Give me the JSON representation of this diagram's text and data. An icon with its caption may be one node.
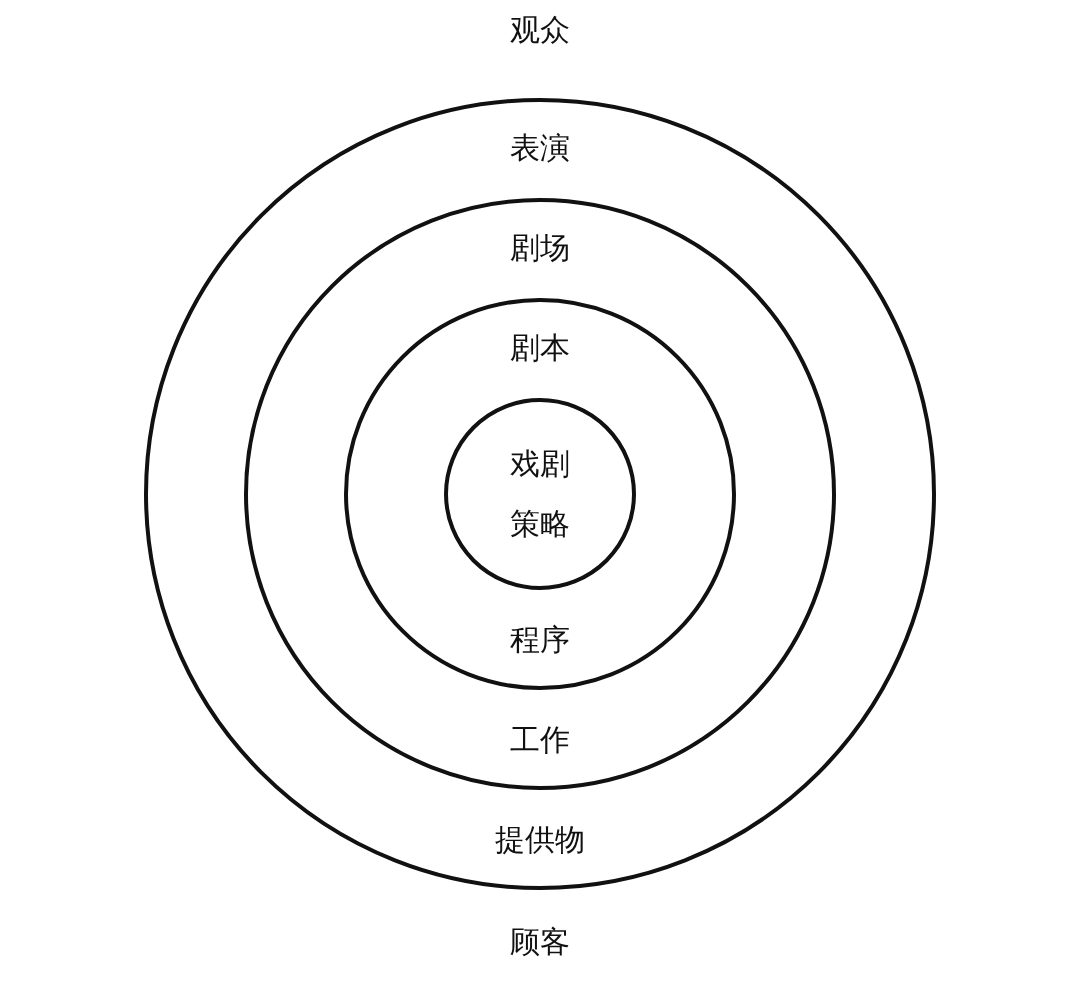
{
  "diagram": {
    "nodes": [
      {
        "text": [
          "表演",
          "提供物"
        ]
      },
      {
        "text": [
          "剧场",
          "工作"
        ],
        "in": 0
      },
      {
        "text": [
          "剧本",
          "程序"
        ],
        "in": 1
      },
      {
        "text": [
          "戏剧",
          "策略"
        ],
        "in": 2
      }
    ],
    "labels": [
      "观众",
      "顾客"
    ]
  }
}
